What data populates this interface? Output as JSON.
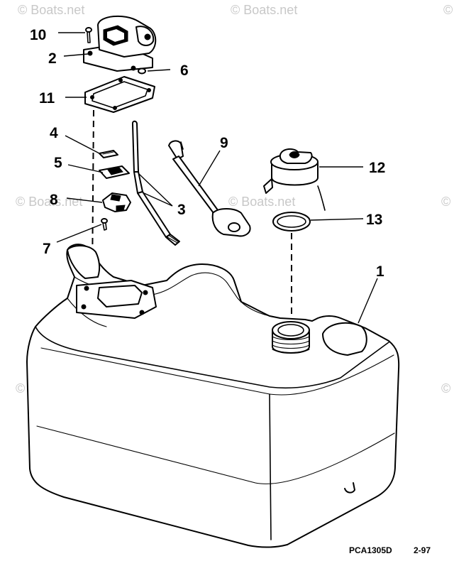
{
  "watermark": "© Boats.net",
  "callouts": [
    {
      "id": "c10",
      "text": "10"
    },
    {
      "id": "c2",
      "text": "2"
    },
    {
      "id": "c6",
      "text": "6"
    },
    {
      "id": "c11",
      "text": "11"
    },
    {
      "id": "c4",
      "text": "4"
    },
    {
      "id": "c5",
      "text": "5"
    },
    {
      "id": "c8",
      "text": "8"
    },
    {
      "id": "c3",
      "text": "3"
    },
    {
      "id": "c9",
      "text": "9"
    },
    {
      "id": "c12",
      "text": "12"
    },
    {
      "id": "c13",
      "text": "13"
    },
    {
      "id": "c7",
      "text": "7"
    },
    {
      "id": "c1",
      "text": "1"
    }
  ],
  "footer": {
    "code": "PCA1305D",
    "date": "2-97"
  }
}
